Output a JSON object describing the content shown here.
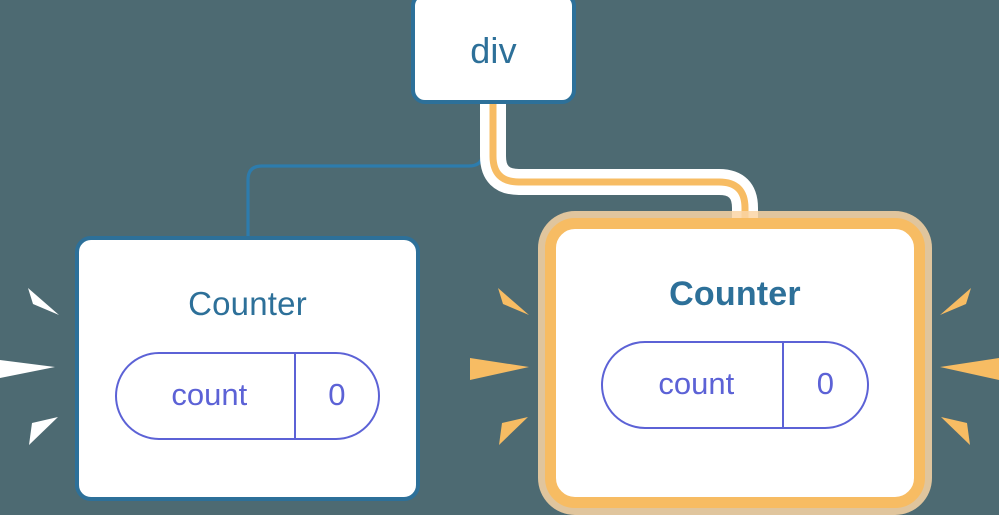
{
  "diagram": {
    "title": "React component tree re-render highlight",
    "background_color": "#4d6a72",
    "colors": {
      "node_border_blue": "#2d7099",
      "node_label_blue": "#2d7099",
      "highlight_orange": "#f7bc63",
      "highlight_orange_soft": "#fad5a4",
      "state_purple": "#5c62d6",
      "card_fill": "#ffffff",
      "wire_blue": "#2d7cad",
      "wire_white_halo": "#ffffff"
    },
    "nodes": [
      {
        "id": "root",
        "label": "div",
        "highlighted": false
      },
      {
        "id": "counter-left",
        "label": "Counter",
        "highlighted": false,
        "state": {
          "name": "count",
          "value": "0"
        },
        "rays": {
          "side": "left",
          "color": "#ffffff",
          "count": 3
        }
      },
      {
        "id": "counter-right",
        "label": "Counter",
        "highlighted": true,
        "state": {
          "name": "count",
          "value": "0"
        },
        "rays": {
          "side": "both",
          "color": "#f7bc63",
          "count": 6
        }
      }
    ],
    "edges": [
      {
        "id": "edge-root-to-left",
        "from": "root",
        "to": "counter-left",
        "style": "thin-blue",
        "color": "#2d7cad"
      },
      {
        "id": "edge-root-to-right",
        "from": "root",
        "to": "counter-right",
        "style": "thick-orange-with-white-halo",
        "color": "#f7bc63"
      }
    ]
  }
}
